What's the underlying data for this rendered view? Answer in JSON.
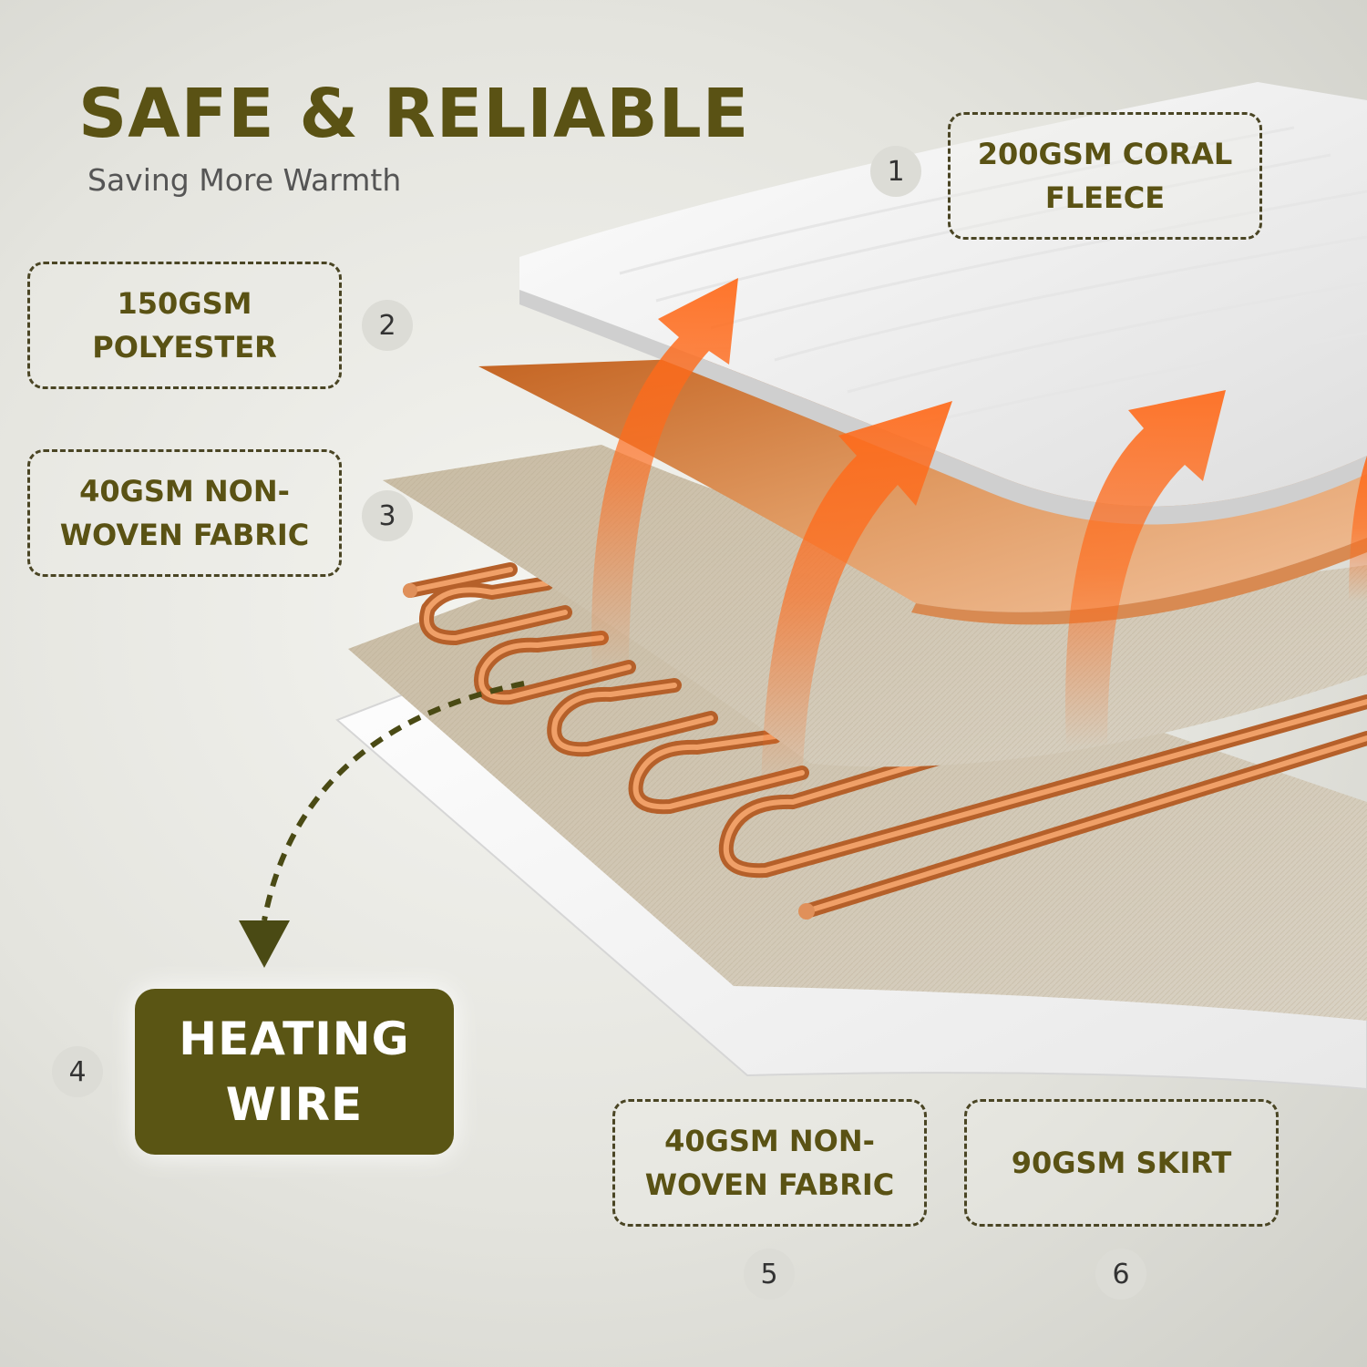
{
  "header": {
    "title": "SAFE & RELIABLE",
    "subtitle": "Saving More Warmth"
  },
  "layers": [
    {
      "number": "1",
      "lines": [
        "200GSM CORAL",
        "FLEECE"
      ]
    },
    {
      "number": "2",
      "lines": [
        "150GSM",
        "POLYESTER"
      ]
    },
    {
      "number": "3",
      "lines": [
        "40GSM NON-",
        "WOVEN FABRIC"
      ]
    },
    {
      "number": "4",
      "lines": [
        "HEATING",
        "WIRE"
      ]
    },
    {
      "number": "5",
      "lines": [
        "40GSM NON-",
        "WOVEN FABRIC"
      ]
    },
    {
      "number": "6",
      "lines": [
        "90GSM SKIRT"
      ]
    }
  ],
  "colors": {
    "accent": "#5a5514",
    "copper": "#c8743a",
    "heat_arrow": "#ff6a1a",
    "fleece": "#f4f4f4",
    "nonwoven": "#cbbfa9"
  }
}
